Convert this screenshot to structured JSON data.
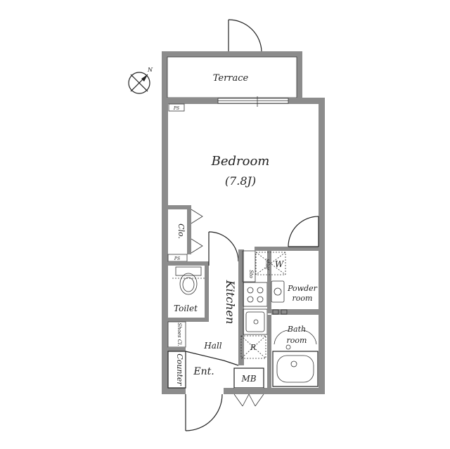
{
  "compass": {
    "north_label": "N",
    "icon": "compass-icon"
  },
  "rooms": {
    "terrace": "Terrace",
    "bedroom": "Bedroom",
    "bedroom_size": "(7.8J)",
    "closet": "Clo.",
    "ps": "PS",
    "toilet": "Toilet",
    "kitchen": "Kitchen",
    "sto": "Sto",
    "shelf": "Shelf",
    "washer": "W",
    "powder_room_line1": "Powder",
    "powder_room_line2": "room",
    "bath_line1": "Bath",
    "bath_line2": "room",
    "shoes_closet": "Shoes Cl.",
    "hall": "Hall",
    "refrigerator": "R",
    "counter": "Counter",
    "entrance": "Ent.",
    "meter_box": "MB"
  }
}
